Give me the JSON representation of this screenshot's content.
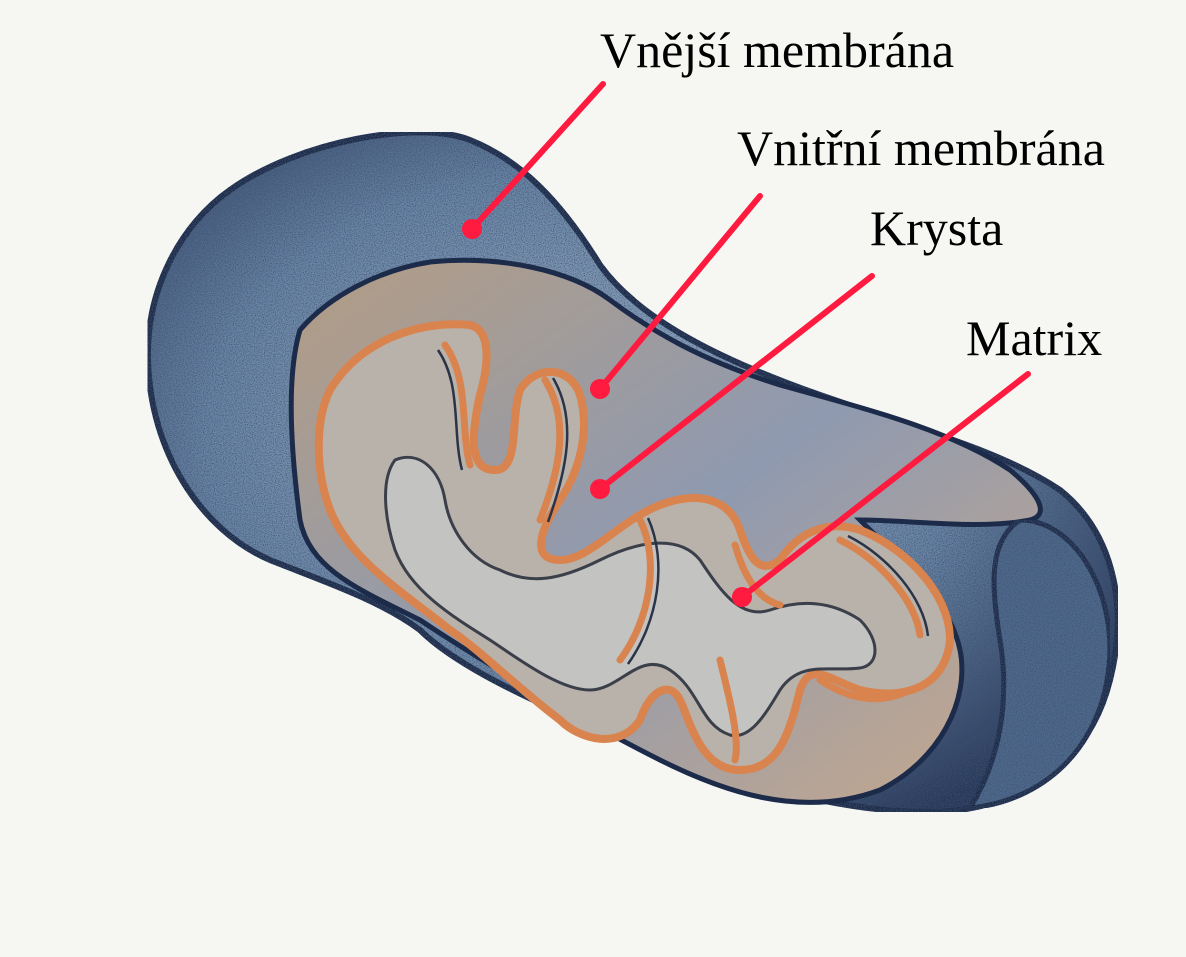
{
  "diagram": {
    "subject": "mitochondrion cross-section",
    "labels": [
      {
        "id": "outer_membrane",
        "text": "Vnější membrána"
      },
      {
        "id": "inner_membrane",
        "text": "Vnitřní membrána"
      },
      {
        "id": "crista",
        "text": "Krysta"
      },
      {
        "id": "matrix",
        "text": "Matrix"
      }
    ]
  },
  "colors": {
    "leader_line": "#ff1a40",
    "outer_membrane_fill": "#5f7fa3",
    "outer_membrane_edge": "#1c2b4a",
    "intermembrane_space": "#8d9bb0",
    "inner_membrane": "#d9834f",
    "cristae_fill": "#b9b2aa",
    "matrix": "#c3c3c1",
    "page_background": "#f6f7f3"
  }
}
